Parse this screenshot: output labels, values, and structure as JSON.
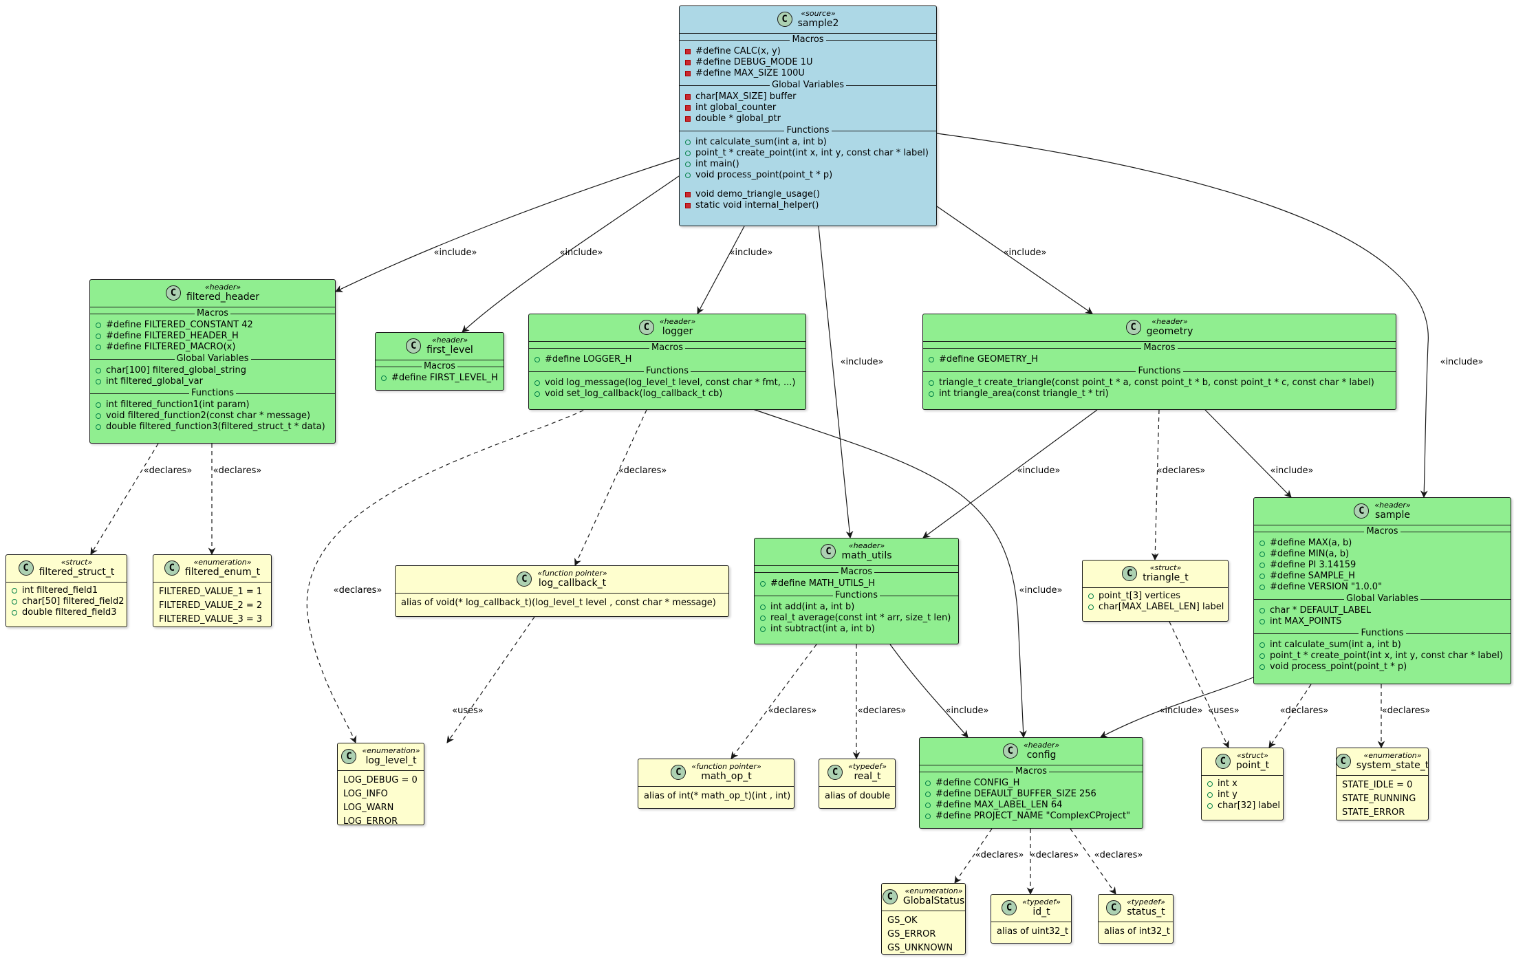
{
  "nodes": [
    {
      "id": "sample2",
      "stereotype": "«source»",
      "name": "sample2",
      "kind": "source",
      "sections": [
        {
          "title": "Macros",
          "items": [
            {
              "vis": "private",
              "text": "#define CALC(x, y)"
            },
            {
              "vis": "private",
              "text": "#define DEBUG_MODE 1U"
            },
            {
              "vis": "private",
              "text": "#define MAX_SIZE 100U"
            }
          ]
        },
        {
          "title": "Global Variables",
          "items": [
            {
              "vis": "private",
              "text": "char[MAX_SIZE] buffer"
            },
            {
              "vis": "private",
              "text": "int global_counter"
            },
            {
              "vis": "private",
              "text": "double * global_ptr"
            }
          ]
        },
        {
          "title": "Functions",
          "items": [
            {
              "vis": "public",
              "text": "int calculate_sum(int a, int b)"
            },
            {
              "vis": "public",
              "text": "point_t * create_point(int x, int y, const char * label)"
            },
            {
              "vis": "public",
              "text": "int main()"
            },
            {
              "vis": "public",
              "text": "void process_point(point_t * p)"
            },
            {
              "vis": "gap",
              "text": ""
            },
            {
              "vis": "private",
              "text": "void demo_triangle_usage()"
            },
            {
              "vis": "private",
              "text": "static void internal_helper()"
            }
          ]
        }
      ]
    },
    {
      "id": "filtered_header",
      "stereotype": "«header»",
      "name": "filtered_header",
      "kind": "header",
      "sections": [
        {
          "title": "Macros",
          "items": [
            {
              "vis": "public",
              "text": "#define FILTERED_CONSTANT 42"
            },
            {
              "vis": "public",
              "text": "#define FILTERED_HEADER_H"
            },
            {
              "vis": "public",
              "text": "#define FILTERED_MACRO(x)"
            }
          ]
        },
        {
          "title": "Global Variables",
          "items": [
            {
              "vis": "public",
              "text": "char[100] filtered_global_string"
            },
            {
              "vis": "public",
              "text": "int filtered_global_var"
            }
          ]
        },
        {
          "title": "Functions",
          "items": [
            {
              "vis": "public",
              "text": "int filtered_function1(int param)"
            },
            {
              "vis": "public",
              "text": "void filtered_function2(const char * message)"
            },
            {
              "vis": "public",
              "text": "double filtered_function3(filtered_struct_t * data)"
            }
          ]
        }
      ]
    },
    {
      "id": "first_level",
      "stereotype": "«header»",
      "name": "first_level",
      "kind": "header",
      "sections": [
        {
          "title": "Macros",
          "items": [
            {
              "vis": "public",
              "text": "#define FIRST_LEVEL_H"
            }
          ]
        }
      ]
    },
    {
      "id": "logger",
      "stereotype": "«header»",
      "name": "logger",
      "kind": "header",
      "sections": [
        {
          "title": "Macros",
          "items": [
            {
              "vis": "public",
              "text": "#define LOGGER_H"
            }
          ]
        },
        {
          "title": "Functions",
          "items": [
            {
              "vis": "public",
              "text": "void log_message(log_level_t level, const char * fmt, ...)"
            },
            {
              "vis": "public",
              "text": "void set_log_callback(log_callback_t cb)"
            }
          ]
        }
      ]
    },
    {
      "id": "geometry",
      "stereotype": "«header»",
      "name": "geometry",
      "kind": "header",
      "sections": [
        {
          "title": "Macros",
          "items": [
            {
              "vis": "public",
              "text": "#define GEOMETRY_H"
            }
          ]
        },
        {
          "title": "Functions",
          "items": [
            {
              "vis": "public",
              "text": "triangle_t create_triangle(const point_t * a, const point_t * b, const point_t * c, const char * label)"
            },
            {
              "vis": "public",
              "text": "int triangle_area(const triangle_t * tri)"
            }
          ]
        }
      ]
    },
    {
      "id": "sample",
      "stereotype": "«header»",
      "name": "sample",
      "kind": "header",
      "sections": [
        {
          "title": "Macros",
          "items": [
            {
              "vis": "public",
              "text": "#define MAX(a, b)"
            },
            {
              "vis": "public",
              "text": "#define MIN(a, b)"
            },
            {
              "vis": "public",
              "text": "#define PI 3.14159"
            },
            {
              "vis": "public",
              "text": "#define SAMPLE_H"
            },
            {
              "vis": "public",
              "text": "#define VERSION \"1.0.0\""
            }
          ]
        },
        {
          "title": "Global Variables",
          "items": [
            {
              "vis": "public",
              "text": "char * DEFAULT_LABEL"
            },
            {
              "vis": "public",
              "text": "int MAX_POINTS"
            }
          ]
        },
        {
          "title": "Functions",
          "items": [
            {
              "vis": "public",
              "text": "int calculate_sum(int a, int b)"
            },
            {
              "vis": "public",
              "text": "point_t * create_point(int x, int y, const char * label)"
            },
            {
              "vis": "public",
              "text": "void process_point(point_t * p)"
            }
          ]
        }
      ]
    },
    {
      "id": "math_utils",
      "stereotype": "«header»",
      "name": "math_utils",
      "kind": "header",
      "sections": [
        {
          "title": "Macros",
          "items": [
            {
              "vis": "public",
              "text": "#define MATH_UTILS_H"
            }
          ]
        },
        {
          "title": "Functions",
          "items": [
            {
              "vis": "public",
              "text": "int add(int a, int b)"
            },
            {
              "vis": "public",
              "text": "real_t average(const int * arr, size_t len)"
            },
            {
              "vis": "public",
              "text": "int subtract(int a, int b)"
            }
          ]
        }
      ]
    },
    {
      "id": "config",
      "stereotype": "«header»",
      "name": "config",
      "kind": "header",
      "sections": [
        {
          "title": "Macros",
          "items": [
            {
              "vis": "public",
              "text": "#define CONFIG_H"
            },
            {
              "vis": "public",
              "text": "#define DEFAULT_BUFFER_SIZE 256"
            },
            {
              "vis": "public",
              "text": "#define MAX_LABEL_LEN 64"
            },
            {
              "vis": "public",
              "text": "#define PROJECT_NAME \"ComplexCProject\""
            }
          ]
        }
      ]
    },
    {
      "id": "filtered_struct_t",
      "stereotype": "«struct»",
      "name": "filtered_struct_t",
      "kind": "type",
      "sections": [
        {
          "title": "",
          "items": [
            {
              "vis": "public",
              "text": "int filtered_field1"
            },
            {
              "vis": "public",
              "text": "char[50] filtered_field2"
            },
            {
              "vis": "public",
              "text": "double filtered_field3"
            }
          ]
        }
      ]
    },
    {
      "id": "filtered_enum_t",
      "stereotype": "«enumeration»",
      "name": "filtered_enum_t",
      "kind": "type",
      "sections": [
        {
          "title": "",
          "items": [
            {
              "vis": "none",
              "text": "FILTERED_VALUE_1 = 1"
            },
            {
              "vis": "none",
              "text": "FILTERED_VALUE_2 = 2"
            },
            {
              "vis": "none",
              "text": "FILTERED_VALUE_3 = 3"
            }
          ]
        }
      ]
    },
    {
      "id": "log_callback_t",
      "stereotype": "«function pointer»",
      "name": "log_callback_t",
      "kind": "type",
      "sections": [
        {
          "title": "",
          "items": [
            {
              "vis": "none",
              "text": "alias of void(* log_callback_t)(log_level_t level , const char * message)"
            }
          ]
        }
      ]
    },
    {
      "id": "triangle_t",
      "stereotype": "«struct»",
      "name": "triangle_t",
      "kind": "type",
      "sections": [
        {
          "title": "",
          "items": [
            {
              "vis": "public",
              "text": "point_t[3] vertices"
            },
            {
              "vis": "public",
              "text": "char[MAX_LABEL_LEN] label"
            }
          ]
        }
      ]
    },
    {
      "id": "log_level_t",
      "stereotype": "«enumeration»",
      "name": "log_level_t",
      "kind": "type",
      "sections": [
        {
          "title": "",
          "items": [
            {
              "vis": "none",
              "text": "LOG_DEBUG = 0"
            },
            {
              "vis": "none",
              "text": "LOG_INFO"
            },
            {
              "vis": "none",
              "text": "LOG_WARN"
            },
            {
              "vis": "none",
              "text": "LOG_ERROR"
            }
          ]
        }
      ]
    },
    {
      "id": "math_op_t",
      "stereotype": "«function pointer»",
      "name": "math_op_t",
      "kind": "type",
      "sections": [
        {
          "title": "",
          "items": [
            {
              "vis": "none",
              "text": "alias of int(* math_op_t)(int , int)"
            }
          ]
        }
      ]
    },
    {
      "id": "real_t",
      "stereotype": "«typedef»",
      "name": "real_t",
      "kind": "type",
      "sections": [
        {
          "title": "",
          "items": [
            {
              "vis": "none",
              "text": "alias of double"
            }
          ]
        }
      ]
    },
    {
      "id": "point_t",
      "stereotype": "«struct»",
      "name": "point_t",
      "kind": "type",
      "sections": [
        {
          "title": "",
          "items": [
            {
              "vis": "public",
              "text": "int x"
            },
            {
              "vis": "public",
              "text": "int y"
            },
            {
              "vis": "public",
              "text": "char[32] label"
            }
          ]
        }
      ]
    },
    {
      "id": "system_state_t",
      "stereotype": "«enumeration»",
      "name": "system_state_t",
      "kind": "type",
      "sections": [
        {
          "title": "",
          "items": [
            {
              "vis": "none",
              "text": "STATE_IDLE = 0"
            },
            {
              "vis": "none",
              "text": "STATE_RUNNING"
            },
            {
              "vis": "none",
              "text": "STATE_ERROR"
            }
          ]
        }
      ]
    },
    {
      "id": "GlobalStatus",
      "stereotype": "«enumeration»",
      "name": "GlobalStatus",
      "kind": "type",
      "sections": [
        {
          "title": "",
          "items": [
            {
              "vis": "none",
              "text": "GS_OK"
            },
            {
              "vis": "none",
              "text": "GS_ERROR"
            },
            {
              "vis": "none",
              "text": "GS_UNKNOWN"
            }
          ]
        }
      ]
    },
    {
      "id": "id_t",
      "stereotype": "«typedef»",
      "name": "id_t",
      "kind": "type",
      "sections": [
        {
          "title": "",
          "items": [
            {
              "vis": "none",
              "text": "alias of uint32_t"
            }
          ]
        }
      ]
    },
    {
      "id": "status_t",
      "stereotype": "«typedef»",
      "name": "status_t",
      "kind": "type",
      "sections": [
        {
          "title": "",
          "items": [
            {
              "vis": "none",
              "text": "alias of int32_t"
            }
          ]
        }
      ]
    }
  ],
  "edges": [
    {
      "from": "sample2",
      "to": "filtered_header",
      "label": "«include»",
      "style": "solid"
    },
    {
      "from": "sample2",
      "to": "first_level",
      "label": "«include»",
      "style": "solid"
    },
    {
      "from": "sample2",
      "to": "logger",
      "label": "«include»",
      "style": "solid"
    },
    {
      "from": "sample2",
      "to": "math_utils",
      "label": "«include»",
      "style": "solid"
    },
    {
      "from": "sample2",
      "to": "geometry",
      "label": "«include»",
      "style": "solid"
    },
    {
      "from": "sample2",
      "to": "sample",
      "label": "«include»",
      "style": "solid"
    },
    {
      "from": "filtered_header",
      "to": "filtered_struct_t",
      "label": "«declares»",
      "style": "dashed"
    },
    {
      "from": "filtered_header",
      "to": "filtered_enum_t",
      "label": "«declares»",
      "style": "dashed"
    },
    {
      "from": "logger",
      "to": "log_level_t",
      "label": "«declares»",
      "style": "dashed"
    },
    {
      "from": "logger",
      "to": "log_callback_t",
      "label": "«declares»",
      "style": "dashed"
    },
    {
      "from": "logger",
      "to": "config",
      "label": "«include»",
      "style": "solid"
    },
    {
      "from": "log_callback_t",
      "to": "log_level_t",
      "label": "«uses»",
      "style": "dashed"
    },
    {
      "from": "geometry",
      "to": "math_utils",
      "label": "«include»",
      "style": "solid"
    },
    {
      "from": "geometry",
      "to": "triangle_t",
      "label": "«declares»",
      "style": "dashed"
    },
    {
      "from": "geometry",
      "to": "sample",
      "label": "«include»",
      "style": "solid"
    },
    {
      "from": "math_utils",
      "to": "math_op_t",
      "label": "«declares»",
      "style": "dashed"
    },
    {
      "from": "math_utils",
      "to": "real_t",
      "label": "«declares»",
      "style": "dashed"
    },
    {
      "from": "math_utils",
      "to": "config",
      "label": "«include»",
      "style": "solid"
    },
    {
      "from": "triangle_t",
      "to": "point_t",
      "label": "«uses»",
      "style": "dashed"
    },
    {
      "from": "sample",
      "to": "config",
      "label": "«include»",
      "style": "solid"
    },
    {
      "from": "sample",
      "to": "point_t",
      "label": "«declares»",
      "style": "dashed"
    },
    {
      "from": "sample",
      "to": "system_state_t",
      "label": "«declares»",
      "style": "dashed"
    },
    {
      "from": "config",
      "to": "GlobalStatus",
      "label": "«declares»",
      "style": "dashed"
    },
    {
      "from": "config",
      "to": "id_t",
      "label": "«declares»",
      "style": "dashed"
    },
    {
      "from": "config",
      "to": "status_t",
      "label": "«declares»",
      "style": "dashed"
    }
  ],
  "colors": {
    "source": "#add8e6",
    "header": "#90ee90",
    "type": "#fefece",
    "line": "#181818"
  }
}
